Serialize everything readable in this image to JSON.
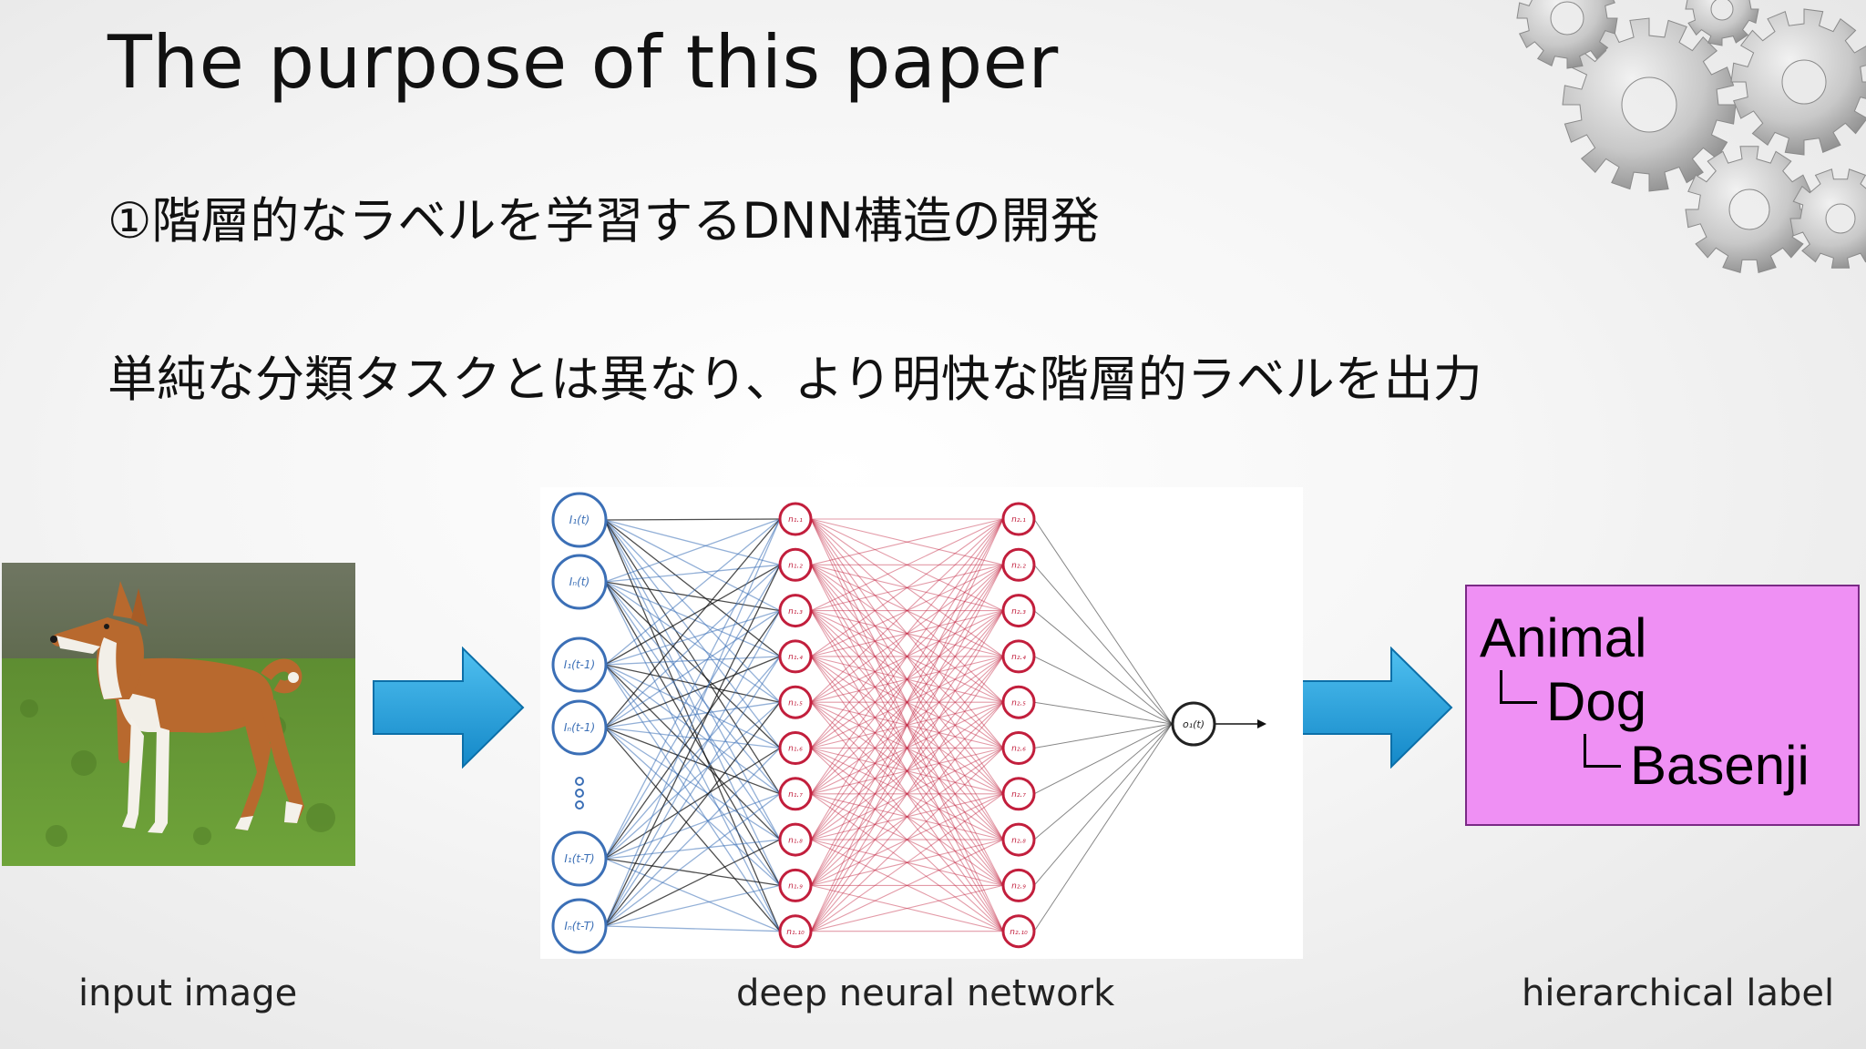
{
  "slide": {
    "title": "The purpose of this paper",
    "point1": "①階層的なラベルを学習するDNN構造の開発",
    "point2": "単純な分類タスクとは異なり、より明快な階層的ラベルを出力"
  },
  "pipeline": {
    "input_caption": "input image",
    "network_caption": "deep neural network",
    "output_caption": "hierarchical label",
    "labels": [
      "Animal",
      "Dog",
      "Basenji"
    ]
  },
  "network": {
    "input_nodes": [
      "I₁(t)",
      "Iₙ(t)",
      "I₁(t-1)",
      "Iₙ(t-1)",
      "I₁(t-T)",
      "Iₙ(t-T)"
    ],
    "hidden1_nodes": [
      "n₁.₁",
      "n₁.₂",
      "n₁.₃",
      "n₁.₄",
      "n₁.₅",
      "n₁.₆",
      "n₁.₇",
      "n₁.₈",
      "n₁.₉",
      "n₁.₁₀"
    ],
    "hidden2_nodes": [
      "n₂.₁",
      "n₂.₂",
      "n₂.₃",
      "n₂.₄",
      "n₂.₅",
      "n₂.₆",
      "n₂.₇",
      "n₂.₈",
      "n₂.₉",
      "n₂.₁₀"
    ],
    "output_node": "o₁(t)"
  },
  "colors": {
    "arrow": "#1ea0e0",
    "input_node": "#3b6fb6",
    "hidden_node": "#c21e3c",
    "label_box": "#ef90f4"
  }
}
